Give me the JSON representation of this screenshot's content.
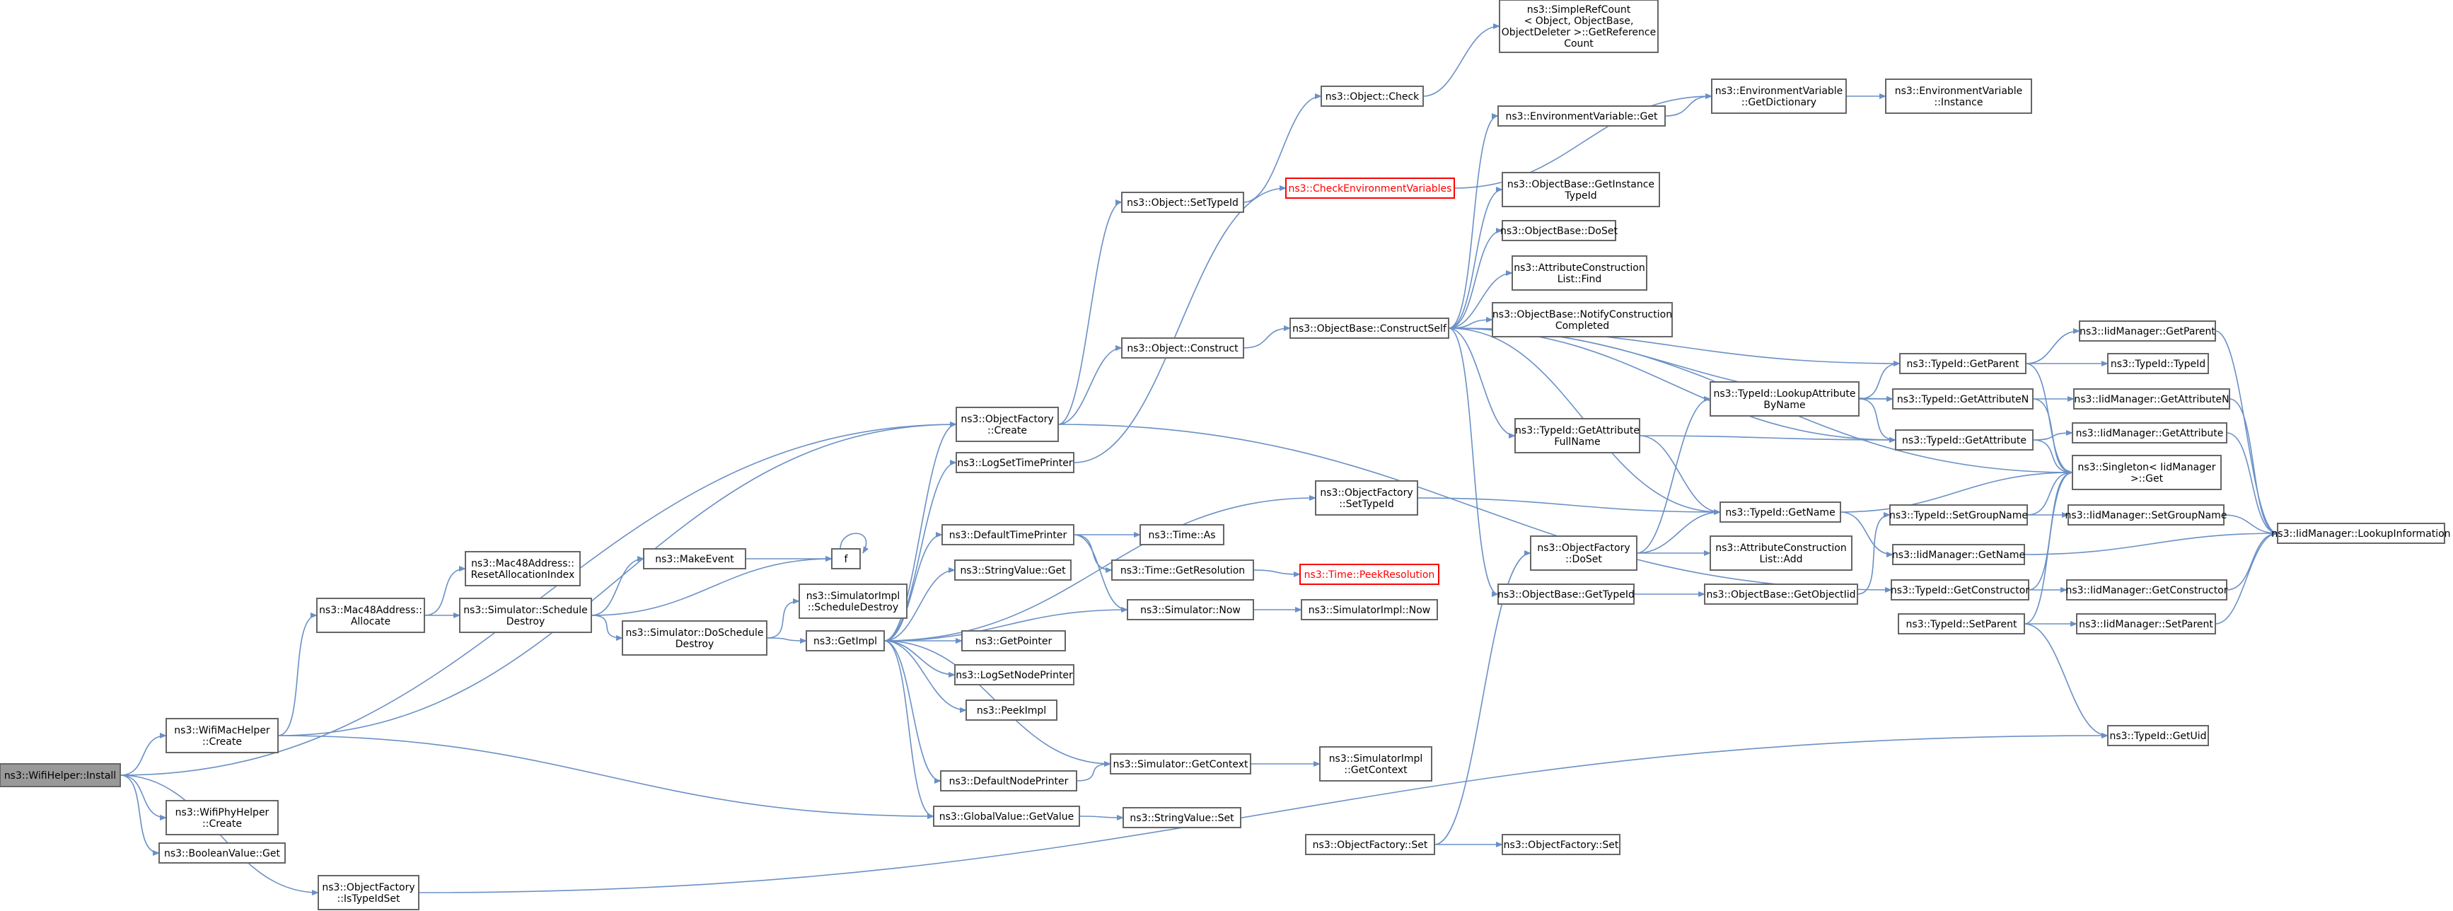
{
  "colors": {
    "edge": "#6a90c6",
    "box_border": "#666666",
    "root_fill": "#999999",
    "highlight": "#ff0000"
  },
  "nodes": {
    "n0": [
      "ns3::WifiHelper::Install"
    ],
    "n1": [
      "ns3::WifiMacHelper",
      "::Create"
    ],
    "n2": [
      "ns3::WifiPhyHelper",
      "::Create"
    ],
    "n3": [
      "ns3::BooleanValue::Get"
    ],
    "n4": [
      "ns3::ObjectFactory",
      "::IsTypeIdSet"
    ],
    "n5": [
      "ns3::Mac48Address::",
      "Allocate"
    ],
    "n6": [
      "ns3::Mac48Address::",
      "ResetAllocationIndex"
    ],
    "n7": [
      "ns3::Simulator::Schedule",
      "Destroy"
    ],
    "n8": [
      "ns3::MakeEvent"
    ],
    "n9": [
      "f"
    ],
    "n10": [
      "ns3::Simulator::DoSchedule",
      "Destroy"
    ],
    "n11": [
      "ns3::SimulatorImpl",
      "::ScheduleDestroy"
    ],
    "n12": [
      "ns3::GetImpl"
    ],
    "n13": [
      "ns3::ObjectFactory",
      "::Create"
    ],
    "n14": [
      "ns3::LogSetTimePrinter"
    ],
    "n15": [
      "ns3::DefaultTimePrinter"
    ],
    "n16": [
      "ns3::StringValue::Get"
    ],
    "n17": [
      "ns3::GetPointer"
    ],
    "n18": [
      "ns3::LogSetNodePrinter"
    ],
    "n19": [
      "ns3::PeekImpl"
    ],
    "n20": [
      "ns3::DefaultNodePrinter"
    ],
    "n21": [
      "ns3::GlobalValue::GetValue"
    ],
    "n22": [
      "ns3::Object::SetTypeId"
    ],
    "n23": [
      "ns3::Object::Check"
    ],
    "n24": [
      "ns3::SimpleRefCount",
      "< Object, ObjectBase,",
      " ObjectDeleter >::GetReference",
      "Count"
    ],
    "n25": [
      "ns3::Object::Construct"
    ],
    "n26": [
      "ns3::CheckEnvironmentVariables"
    ],
    "n27": [
      "ns3::ObjectBase::ConstructSelf"
    ],
    "n28": [
      "ns3::ObjectFactory",
      "::SetTypeId"
    ],
    "n29": [
      "ns3::Time::As"
    ],
    "n30": [
      "ns3::Time::GetResolution"
    ],
    "n31": [
      "ns3::Time::PeekResolution"
    ],
    "n32": [
      "ns3::Simulator::Now"
    ],
    "n33": [
      "ns3::SimulatorImpl::Now"
    ],
    "n34": [
      "ns3::Simulator::GetContext"
    ],
    "n35": [
      "ns3::SimulatorImpl",
      "::GetContext"
    ],
    "n36": [
      "ns3::StringValue::Set"
    ],
    "n37": [
      "ns3::ObjectFactory::Set"
    ],
    "n38": [
      "ns3::ObjectFactory::Set"
    ],
    "n39": [
      "ns3::EnvironmentVariable::Get"
    ],
    "n40": [
      "ns3::EnvironmentVariable",
      "::GetDictionary"
    ],
    "n41": [
      "ns3::EnvironmentVariable",
      "::Instance"
    ],
    "n42": [
      "ns3::ObjectBase::GetInstance",
      "TypeId"
    ],
    "n43": [
      "ns3::ObjectBase::DoSet"
    ],
    "n44": [
      "ns3::AttributeConstruction",
      "List::Find"
    ],
    "n45": [
      "ns3::ObjectBase::NotifyConstruction",
      "Completed"
    ],
    "n46": [
      "ns3::TypeId::GetAttribute",
      "FullName"
    ],
    "n47": [
      "ns3::ObjectFactory",
      "::DoSet"
    ],
    "n48": [
      "ns3::ObjectBase::GetTypeId"
    ],
    "n49": [
      "ns3::TypeId::LookupAttribute",
      "ByName"
    ],
    "n50": [
      "ns3::TypeId::GetName"
    ],
    "n51": [
      "ns3::AttributeConstruction",
      "List::Add"
    ],
    "n52": [
      "ns3::ObjectBase::GetObjectIid"
    ],
    "n53": [
      "ns3::TypeId::GetParent"
    ],
    "n54": [
      "ns3::TypeId::GetAttributeN"
    ],
    "n55": [
      "ns3::TypeId::GetAttribute"
    ],
    "n56": [
      "ns3::IidManager::GetName"
    ],
    "n57": [
      "ns3::TypeId::SetGroupName"
    ],
    "n58": [
      "ns3::TypeId::GetConstructor"
    ],
    "n59": [
      "ns3::TypeId::SetParent"
    ],
    "n60": [
      "ns3::IidManager::GetParent"
    ],
    "n61": [
      "ns3::TypeId::TypeId"
    ],
    "n62": [
      "ns3::IidManager::GetAttributeN"
    ],
    "n63": [
      "ns3::IidManager::GetAttribute"
    ],
    "n64": [
      "ns3::Singleton< IidManager",
      " >::Get"
    ],
    "n65": [
      "ns3::IidManager::SetGroupName"
    ],
    "n66": [
      "ns3::IidManager::GetConstructor"
    ],
    "n67": [
      "ns3::IidManager::SetParent"
    ],
    "n68": [
      "ns3::TypeId::GetUid"
    ],
    "n69": [
      "ns3::IidManager::LookupInformation"
    ]
  }
}
